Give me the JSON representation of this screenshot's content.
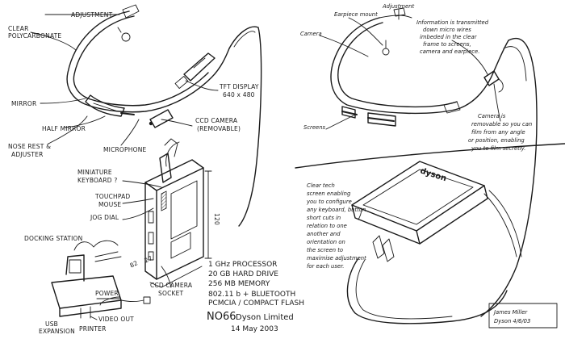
{
  "left_sketch": {
    "labels": {
      "adjustment": "ADJUSTMENT",
      "clear_polycarbonate_1": "CLEAR",
      "clear_polycarbonate_2": "POLYCARBONATE",
      "tft_display_1": "TFT DISPLAY",
      "tft_display_2": "640 x 480",
      "mirror": "MIRROR",
      "ccd_camera_1": "CCD CAMERA",
      "ccd_camera_2": "(REMOVABLE)",
      "half_mirror": "HALF MIRROR",
      "nose_rest_1": "NOSE REST &",
      "nose_rest_2": "ADJUSTER",
      "microphone": "MICROPHONE",
      "miniature_keyboard_1": "MINIATURE",
      "miniature_keyboard_2": "KEYBOARD ?",
      "touchpad_mouse_1": "TOUCHPAD",
      "touchpad_mouse_2": "MOUSE",
      "jog_dial": "JOG DIAL",
      "dim_height": "120",
      "dim_width": "82",
      "dim_depth": "27",
      "docking_station": "DOCKING STATION",
      "ccd_camera_socket_1": "CCD CAMERA",
      "ccd_camera_socket_2": "SOCKET",
      "power": "POWER",
      "video_out": "VIDEO OUT",
      "usb_expansion_1": "USB",
      "usb_expansion_2": "EXPANSION",
      "printer": "PRINTER"
    },
    "specs": [
      "1 GHz PROCESSOR",
      "20 GB HARD DRIVE",
      "256 MB MEMORY",
      "802.11 b + BLUETOOTH",
      "PCMCIA / COMPACT FLASH"
    ],
    "footer": {
      "code": "NO66",
      "company": "Dyson Limited",
      "date": "14 May 2003"
    }
  },
  "right_sketch": {
    "labels": {
      "earpiece_mount": "Earpiece mount",
      "adjustment": "Adjustment",
      "camera": "Camera",
      "screens": "Screens"
    },
    "note_transmitted": [
      "Information is transmitted",
      "down micro wires",
      "imbeded in the clear",
      "frame to screens,",
      "camera and earpiece."
    ],
    "note_camera": [
      "Camera is",
      "removable so you can",
      "film from any angle",
      "or position, enabling",
      "you to film secretly."
    ],
    "note_clear_tech": [
      "Clear tech",
      "screen enabling",
      "you to configure",
      "any keyboard, button",
      "short cuts in",
      "relation to one",
      "another and",
      "orientation on",
      "the screen to",
      "maximise adjustment",
      "for each user."
    ],
    "device_brand": "dyson",
    "signature": {
      "name": "James Miller",
      "company_date": "Dyson 4/6/03"
    }
  }
}
